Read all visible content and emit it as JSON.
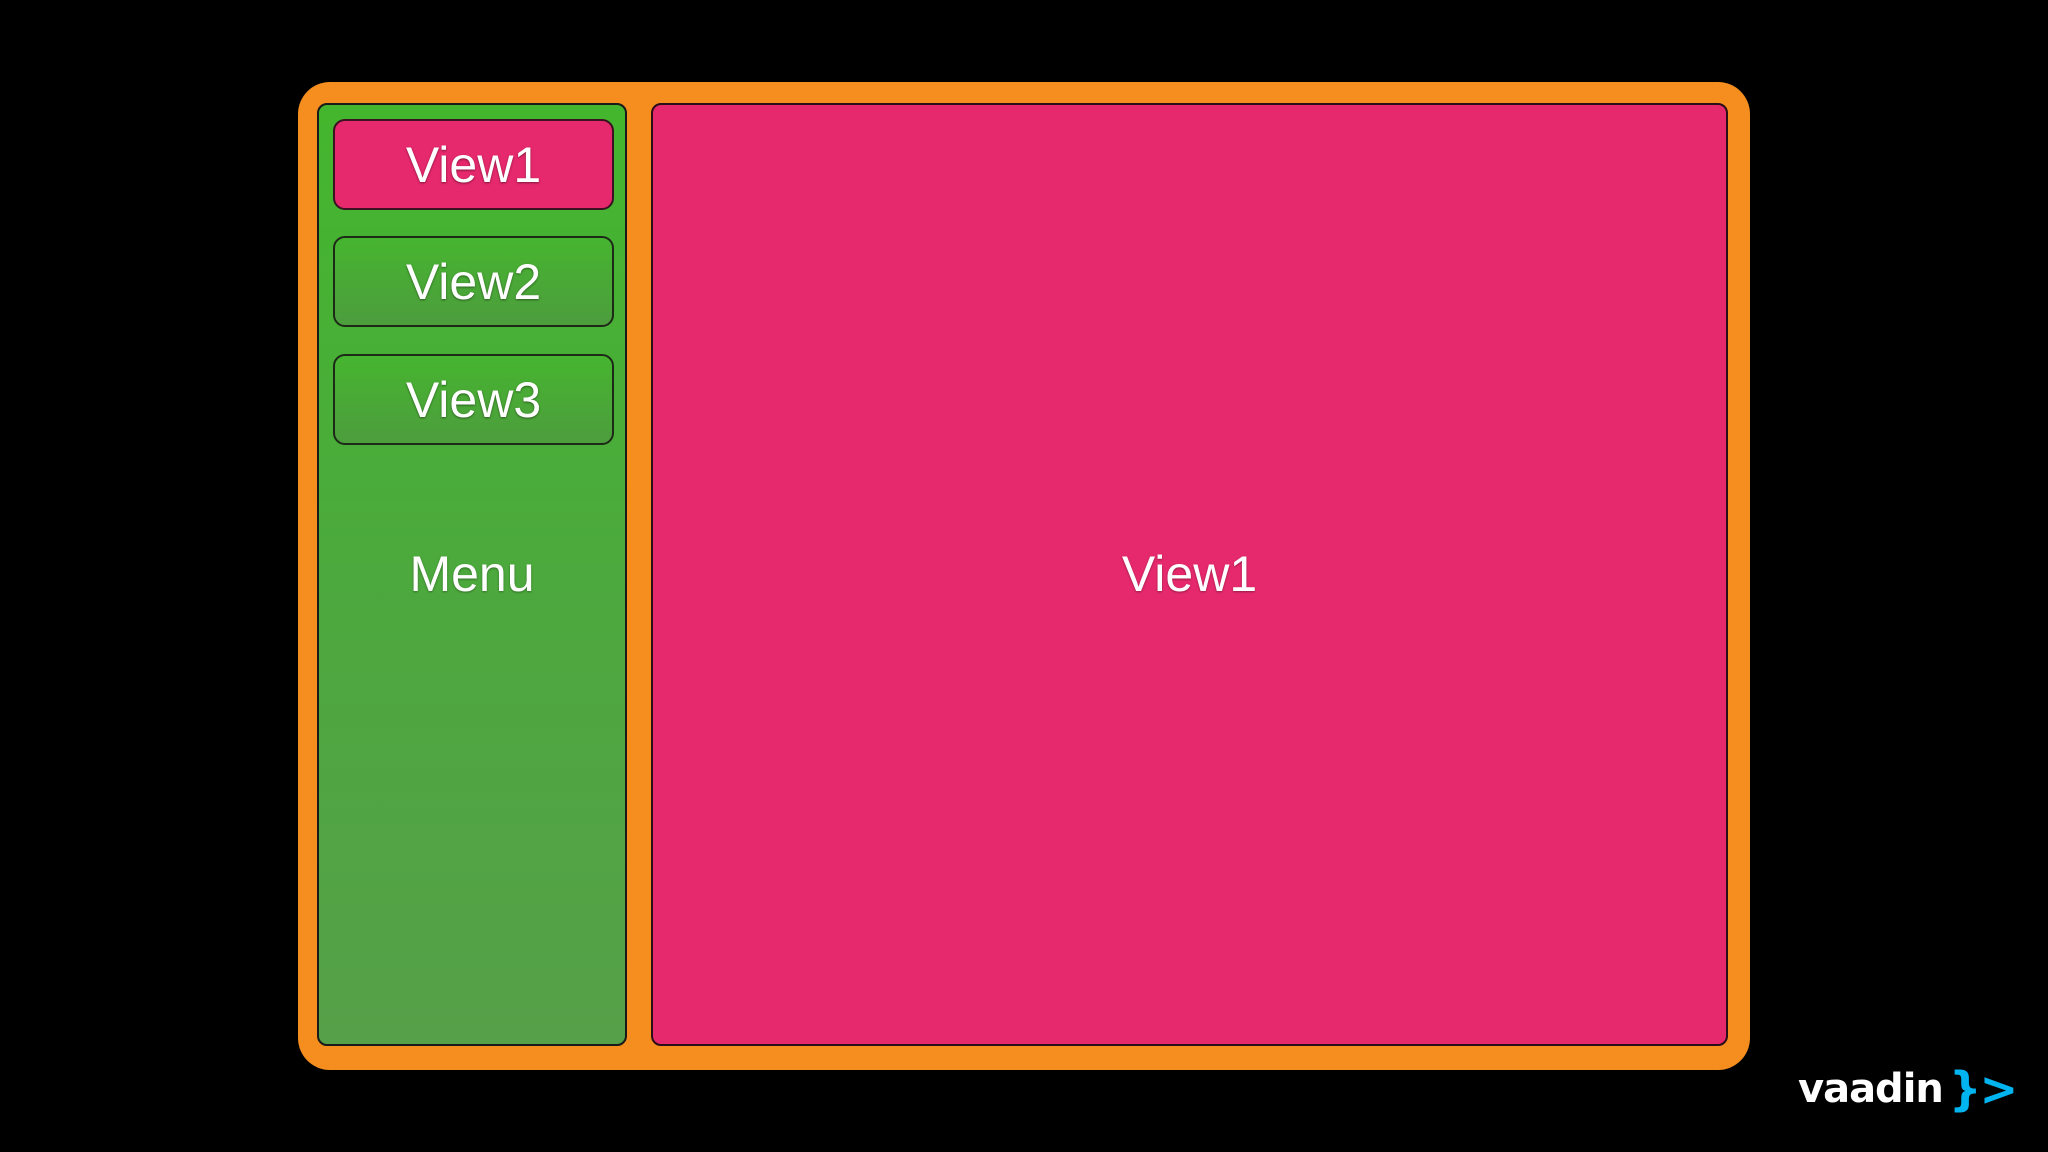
{
  "menu": {
    "items": [
      {
        "label": "View1",
        "active": true
      },
      {
        "label": "View2",
        "active": false
      },
      {
        "label": "View3",
        "active": false
      }
    ],
    "title": "Menu"
  },
  "content": {
    "label": "View1"
  },
  "branding": {
    "wordmark": "vaadin",
    "mark": "}>"
  },
  "colors": {
    "frame": "#f68e1f",
    "menu_panel": "#4ca93d",
    "active_view": "#e6286c",
    "background": "#000000",
    "logo_mark": "#00b4f0"
  }
}
